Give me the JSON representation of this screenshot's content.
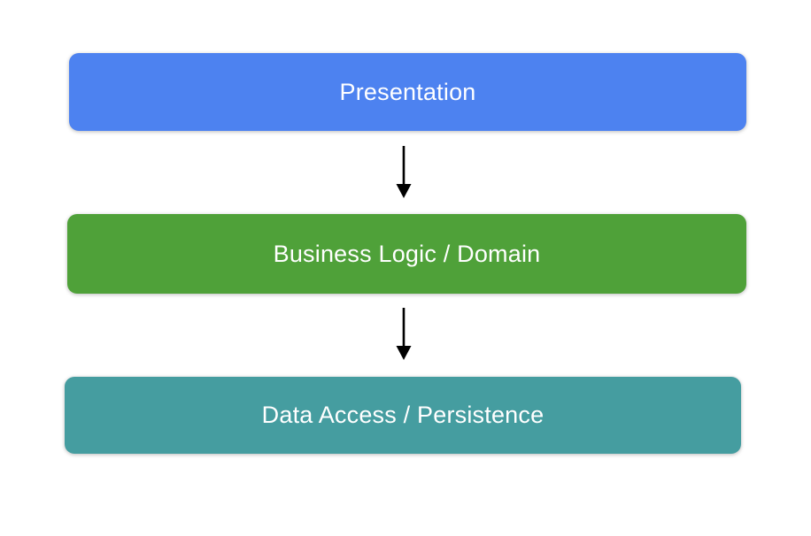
{
  "diagram": {
    "background_color": "#ffffff",
    "text_color": "#ffffff",
    "arrow_color": "#000000",
    "layers": [
      {
        "label": "Presentation",
        "color": "#4d82f0"
      },
      {
        "label": "Business Logic / Domain",
        "color": "#4fa139"
      },
      {
        "label": "Data Access / Persistence",
        "color": "#459da0"
      }
    ],
    "arrows": [
      {
        "from": "Presentation",
        "to": "Business Logic / Domain"
      },
      {
        "from": "Business Logic / Domain",
        "to": "Data Access / Persistence"
      }
    ]
  }
}
